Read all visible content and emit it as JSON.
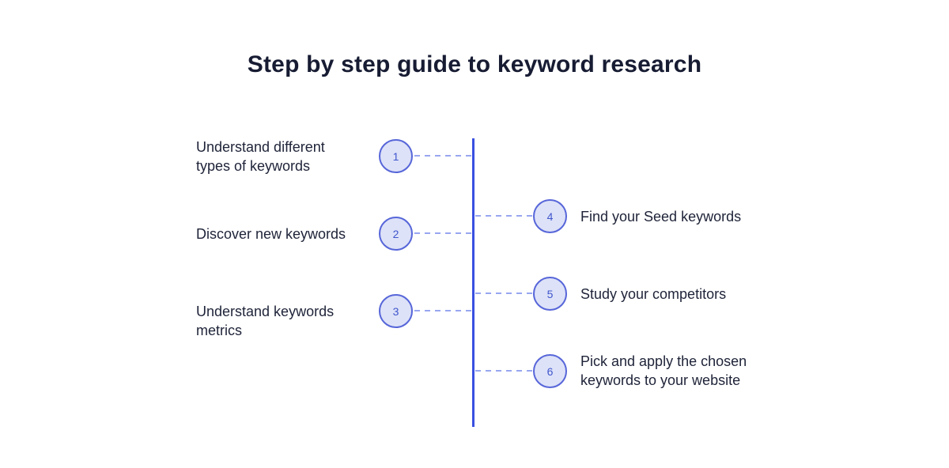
{
  "title": "Step by step guide to keyword research",
  "colors": {
    "timeline_line": "#3a50e0",
    "circle_border": "#5766d9",
    "circle_fill": "#dde2f8",
    "step_number": "#4056cd",
    "connector_dash": "#98a6f0",
    "title_text": "#171c33",
    "label_text": "#1e2338",
    "background": "#ffffff"
  },
  "steps": [
    {
      "number": "1",
      "label": "Understand different types of keywords",
      "side": "left"
    },
    {
      "number": "2",
      "label": "Discover new keywords",
      "side": "left"
    },
    {
      "number": "3",
      "label": "Understand keywords metrics",
      "side": "left"
    },
    {
      "number": "4",
      "label": "Find your Seed keywords",
      "side": "right"
    },
    {
      "number": "5",
      "label": "Study your competitors",
      "side": "right"
    },
    {
      "number": "6",
      "label": "Pick and apply the chosen keywords to your website",
      "side": "right"
    }
  ]
}
